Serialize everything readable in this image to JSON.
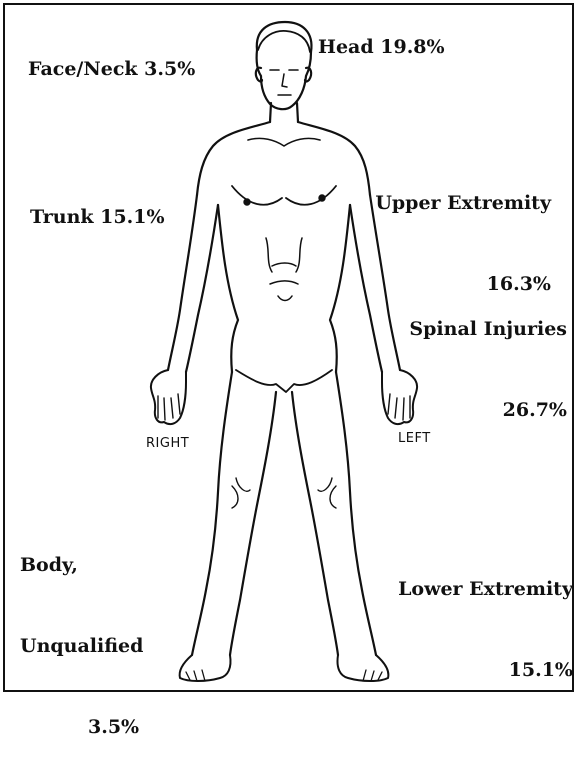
{
  "labels": {
    "face_neck": "Face/Neck 3.5%",
    "head": "Head 19.8%",
    "upper_extremity_1": "Upper Extremity",
    "upper_extremity_2": "16.3%",
    "trunk": "Trunk 15.1%",
    "spinal_1": "Spinal Injuries",
    "spinal_2": "26.7%",
    "body_1": "Body,",
    "body_2": "Unqualified",
    "body_3": "3.5%",
    "lower_extremity_1": "Lower Extremity",
    "lower_extremity_2": "15.1%"
  },
  "sides": {
    "right": "RIGHT",
    "left": "LEFT"
  },
  "colors": {
    "ink": "#111111",
    "background": "#ffffff"
  }
}
